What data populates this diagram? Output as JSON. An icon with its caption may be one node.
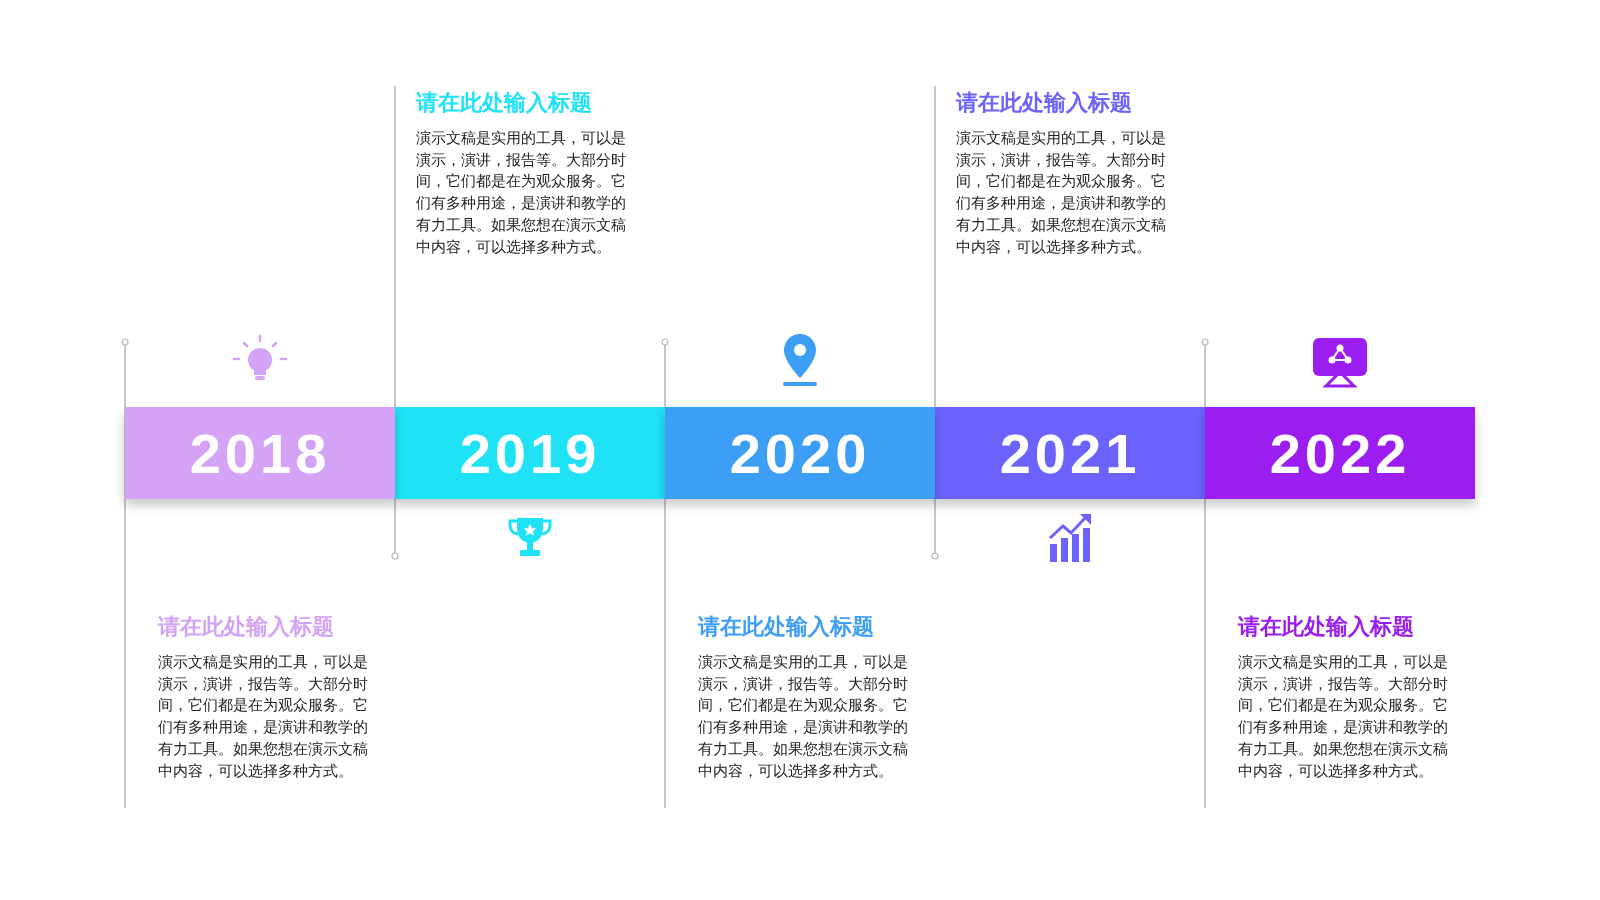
{
  "diagram": {
    "nodes": [
      {
        "text": [
          "2018"
        ],
        "beside": [
          "请在此处输入标题",
          "演示文稿是实用的工具，可以是演示，演讲，报告等。大部分时间，它们都是在为观众服务。它们有多种用途，是演讲和教学的有力工具。如果您想在演示文稿中内容，可以选择多种方式。"
        ]
      },
      {
        "text": [
          "2019"
        ],
        "beside": [
          "请在此处输入标题",
          "演示文稿是实用的工具，可以是演示，演讲，报告等。大部分时间，它们都是在为观众服务。它们有多种用途，是演讲和教学的有力工具。如果您想在演示文稿中内容，可以选择多种方式。"
        ]
      },
      {
        "text": [
          "2020"
        ],
        "beside": [
          "请在此处输入标题",
          "演示文稿是实用的工具，可以是演示，演讲，报告等。大部分时间，它们都是在为观众服务。它们有多种用途，是演讲和教学的有力工具。如果您想在演示文稿中内容，可以选择多种方式。"
        ]
      },
      {
        "text": [
          "2021"
        ],
        "beside": [
          "请在此处输入标题",
          "演示文稿是实用的工具，可以是演示，演讲，报告等。大部分时间，它们都是在为观众服务。它们有多种用途，是演讲和教学的有力工具。如果您想在演示文稿中内容，可以选择多种方式。"
        ]
      },
      {
        "text": [
          "2022"
        ],
        "beside": [
          "请在此处输入标题",
          "演示文稿是实用的工具，可以是演示，演讲，报告等。大部分时间，它们都是在为观众服务。它们有多种用途，是演讲和教学的有力工具。如果您想在演示文稿中内容，可以选择多种方式。"
        ]
      }
    ]
  }
}
